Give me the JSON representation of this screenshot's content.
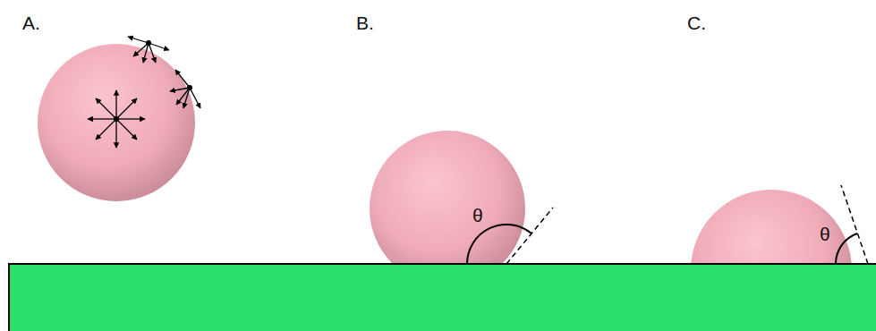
{
  "diagram": {
    "labels": [
      "A.",
      "B.",
      "C.",
      "θ",
      "θ"
    ]
  }
}
